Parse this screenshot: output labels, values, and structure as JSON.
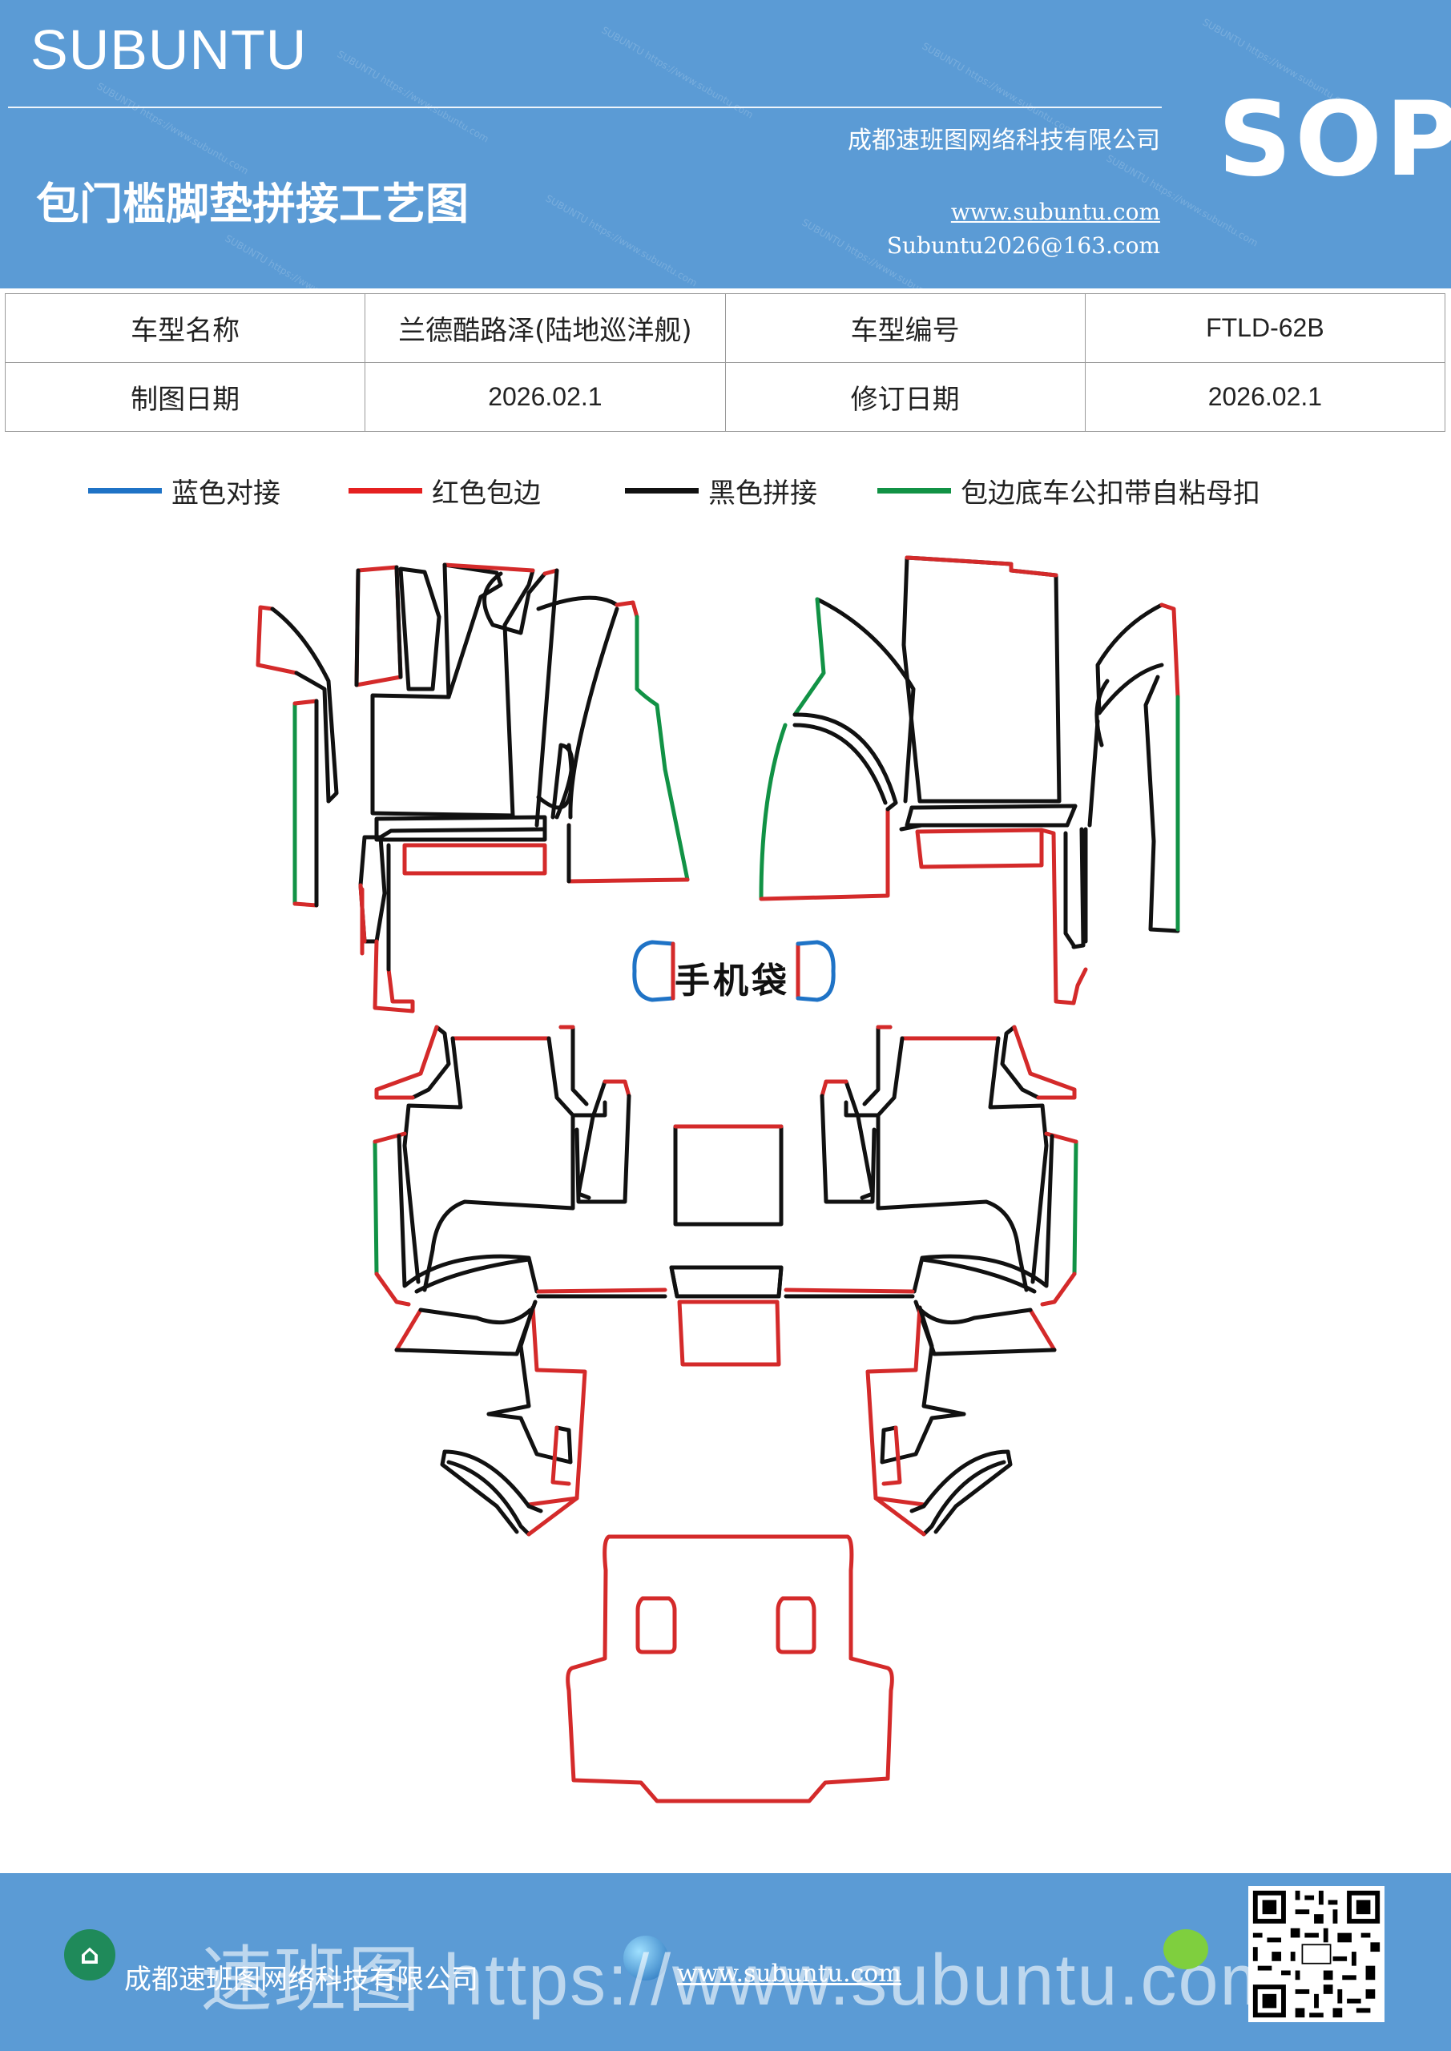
{
  "header": {
    "brand": "SUBUNTU",
    "title": "包门槛脚垫拼接工艺图",
    "company": "成都速班图网络科技有限公司",
    "website": "www.subuntu.com",
    "email": "Subuntu2026@163.com",
    "badge": "SOP"
  },
  "info_table": {
    "rows": [
      [
        "车型名称",
        "兰德酷路泽(陆地巡洋舰)",
        "车型编号",
        "FTLD-62B"
      ],
      [
        "制图日期",
        "2026.02.1",
        "修订日期",
        "2026.02.1"
      ]
    ]
  },
  "legend": [
    {
      "label": "蓝色对接",
      "color": "#1f73c6"
    },
    {
      "label": "红色包边",
      "color": "#e52020"
    },
    {
      "label": "黑色拼接",
      "color": "#111111"
    },
    {
      "label": "包边底车公扣带自粘母扣",
      "color": "#119245"
    }
  ],
  "diagram": {
    "phone_pocket_label": "手机袋"
  },
  "footer": {
    "company": "成都速班图网络科技有限公司",
    "website": "www.subuntu.com",
    "watermark": "速班图 https://www.subuntu.com"
  }
}
